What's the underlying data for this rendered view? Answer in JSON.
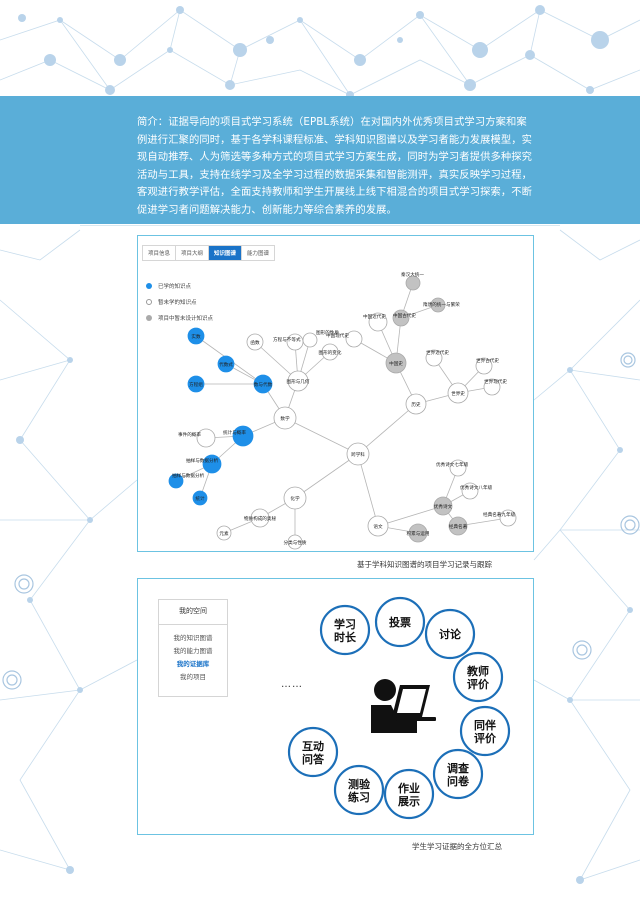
{
  "intro": {
    "text": "简介：证据导向的项目式学习系统（EPBL系统）在对国内外优秀项目式学习方案和案例进行汇聚的同时，基于各学科课程标准、学科知识图谱以及学习者能力发展模型，实现自动推荐、人为筛选等多种方式的项目式学习方案生成，同时为学习者提供多种探究活动与工具，支持在线学习及全学习过程的数据采集和智能测评，真实反映学习过程，客观进行教学评估，全面支持教师和学生开展线上线下相混合的项目式学习探索，不断促进学习者问题解决能力、创新能力等综合素养的发展。"
  },
  "panel1": {
    "tabs": [
      {
        "label": "项目信息",
        "active": false
      },
      {
        "label": "项目大纲",
        "active": false
      },
      {
        "label": "知识图谱",
        "active": true
      },
      {
        "label": "能力图谱",
        "active": false
      }
    ],
    "legend": [
      {
        "label": "已学的知识点",
        "color": "#1e8fe8",
        "type": "filled"
      },
      {
        "label": "暂未学的知识点",
        "color": "#999999",
        "type": "outline"
      },
      {
        "label": "项目中暂未设计知识点",
        "color": "#aaaaaa",
        "type": "grey"
      }
    ],
    "graph": {
      "nodes": {
        "center": {
          "label": "跨学科",
          "kind": "white"
        },
        "math": {
          "label": "数学",
          "kind": "white"
        },
        "history": {
          "label": "历史",
          "kind": "white"
        },
        "chemistry": {
          "label": "化学",
          "kind": "white"
        },
        "chinese": {
          "label": "语文",
          "kind": "white"
        },
        "func": {
          "label": "函数",
          "kind": "white"
        },
        "eq": {
          "label": "方程与不等式",
          "kind": "white"
        },
        "shape_prop": {
          "label": "图形的性质",
          "kind": "white"
        },
        "shape_change": {
          "label": "图形的变化",
          "kind": "white"
        },
        "shape_geo": {
          "label": "图形与几何",
          "kind": "white"
        },
        "num_alg": {
          "label": "数与代数",
          "kind": "blue"
        },
        "stat_prob": {
          "label": "统计与概率",
          "kind": "blue"
        },
        "prob_event": {
          "label": "事件的概率",
          "kind": "white"
        },
        "data_analysis": {
          "label": "抽样与数据分析",
          "kind": "blue"
        },
        "sample": {
          "label": "抽样与数据分析",
          "kind": "blue"
        },
        "stat": {
          "label": "统计",
          "kind": "blue"
        },
        "real_num": {
          "label": "实数",
          "kind": "blue"
        },
        "alg": {
          "label": "代数式",
          "kind": "blue"
        },
        "eq2": {
          "label": "方程组",
          "kind": "blue"
        },
        "china_hist": {
          "label": "中国史",
          "kind": "grey"
        },
        "china_modern": {
          "label": "中国近代史",
          "kind": "white"
        },
        "china_current": {
          "label": "中国现代史",
          "kind": "white"
        },
        "china_ancient": {
          "label": "中国古代史",
          "kind": "grey"
        },
        "qin_unify": {
          "label": "秦汉大统一",
          "kind": "grey"
        },
        "sui_tang": {
          "label": "隋唐的统一与繁荣",
          "kind": "grey"
        },
        "world_hist": {
          "label": "世界史",
          "kind": "white"
        },
        "world_modern": {
          "label": "世界近代史",
          "kind": "white"
        },
        "world_ancient": {
          "label": "世界古代史",
          "kind": "white"
        },
        "world_current": {
          "label": "世界现代史",
          "kind": "white"
        },
        "substance": {
          "label": "物质构成的奥秘",
          "kind": "white"
        },
        "element": {
          "label": "元素",
          "kind": "white"
        },
        "classify": {
          "label": "分类与性质",
          "kind": "white"
        },
        "excellent": {
          "label": "优秀诗文",
          "kind": "grey"
        },
        "poem7": {
          "label": "优秀诗文七年级",
          "kind": "white"
        },
        "poem8": {
          "label": "优秀诗文八年级",
          "kind": "white"
        },
        "poem9": {
          "label": "经典名著九年级",
          "kind": "white"
        },
        "classic": {
          "label": "经典名著",
          "kind": "grey"
        },
        "accumulate": {
          "label": "积累与运用",
          "kind": "grey"
        }
      }
    }
  },
  "caption1": "基于学科知识图谱的项目学习记录与跟踪",
  "panel2": {
    "menu": {
      "title": "我的空间",
      "items": [
        {
          "label": "我的知识图谱",
          "active": false
        },
        {
          "label": "我的能力图谱",
          "active": false
        },
        {
          "label": "我的证据库",
          "active": true
        },
        {
          "label": "我的项目",
          "active": false
        }
      ]
    },
    "dots": "……",
    "evidence": [
      {
        "line1": "学习",
        "line2": "时长"
      },
      {
        "line1": "投票",
        "line2": ""
      },
      {
        "line1": "讨论",
        "line2": ""
      },
      {
        "line1": "教师",
        "line2": "评价"
      },
      {
        "line1": "同伴",
        "line2": "评价"
      },
      {
        "line1": "调查",
        "line2": "问卷"
      },
      {
        "line1": "作业",
        "line2": "展示"
      },
      {
        "line1": "测验",
        "line2": "练习"
      },
      {
        "line1": "互动",
        "line2": "问答"
      }
    ]
  },
  "caption2": "学生学习证据的全方位汇总",
  "colors": {
    "banner": "#5aaed8",
    "accent": "#1e8fe8",
    "frame": "#6cc3e2",
    "ring": "#1c6fb8"
  }
}
